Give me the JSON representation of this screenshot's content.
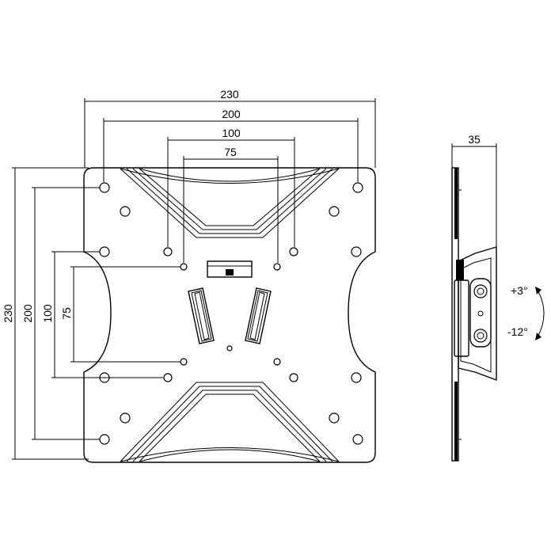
{
  "dimensions": {
    "horizontal": [
      "230",
      "200",
      "100",
      "75"
    ],
    "vertical": [
      "230",
      "200",
      "100",
      "75"
    ],
    "depth": "35"
  },
  "tilt": {
    "up": "+3°",
    "down": "-12°"
  }
}
